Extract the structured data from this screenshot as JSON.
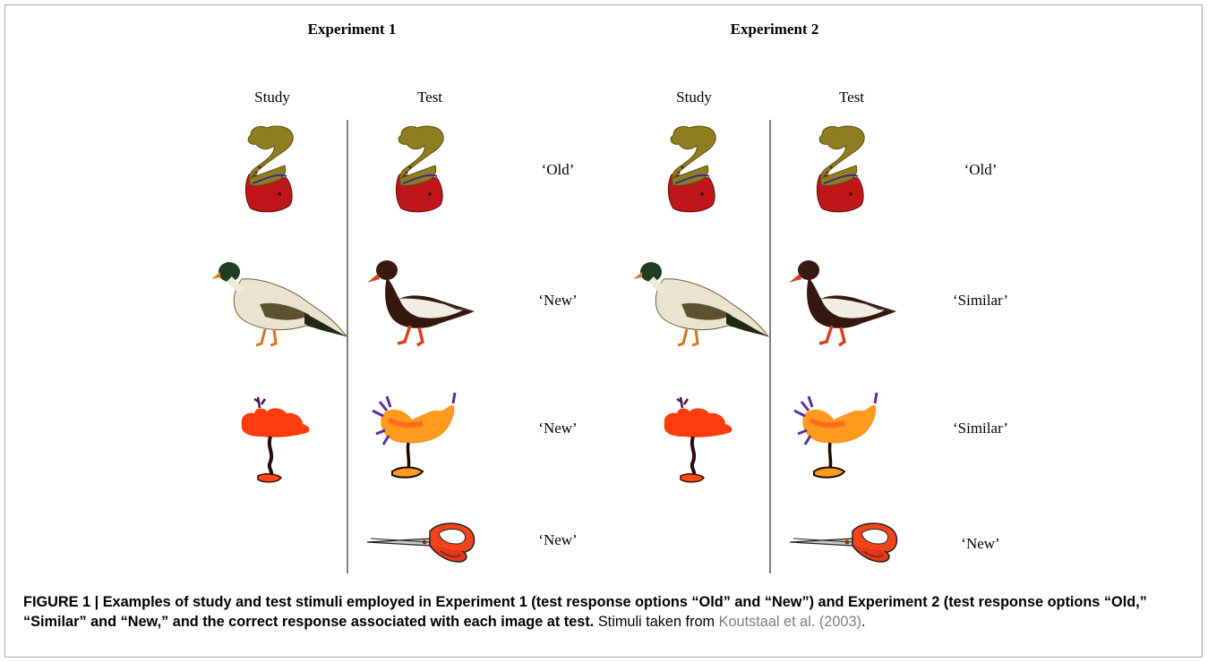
{
  "figure": {
    "experiments": [
      {
        "title": "Experiment 1",
        "study_label": "Study",
        "test_label": "Test",
        "rows": [
          {
            "study": "abstract-question-shape",
            "test": "abstract-question-shape",
            "response": "‘Old’"
          },
          {
            "study": "duck-pale",
            "test": "duck-dark",
            "response": "‘New’"
          },
          {
            "study": "red-blob-creature",
            "test": "orange-bird-creature",
            "response": "‘New’"
          },
          {
            "study": "",
            "test": "scissors",
            "response": "‘New’"
          }
        ]
      },
      {
        "title": "Experiment 2",
        "study_label": "Study",
        "test_label": "Test",
        "rows": [
          {
            "study": "abstract-question-shape",
            "test": "abstract-question-shape",
            "response": "‘Old’"
          },
          {
            "study": "duck-pale",
            "test": "duck-dark",
            "response": "‘Similar’"
          },
          {
            "study": "red-blob-creature",
            "test": "orange-bird-creature",
            "response": "‘Similar’"
          },
          {
            "study": "",
            "test": "scissors",
            "response": "‘New’"
          }
        ]
      }
    ],
    "caption": {
      "lead": "FIGURE 1 | Examples of study and test stimuli employed in Experiment 1 (test response options “Old” and “New”) and Experiment 2 (test response options “Old,” “Similar” and “New,” and the correct response associated with each image at test.",
      "tail": " Stimuli taken from ",
      "reference": "Koutstaal et al. (2003)",
      "end": "."
    },
    "colors": {
      "divider": "#7f7f7f",
      "reference_text": "#7f7f7f",
      "border": "#a8a8a8"
    }
  }
}
